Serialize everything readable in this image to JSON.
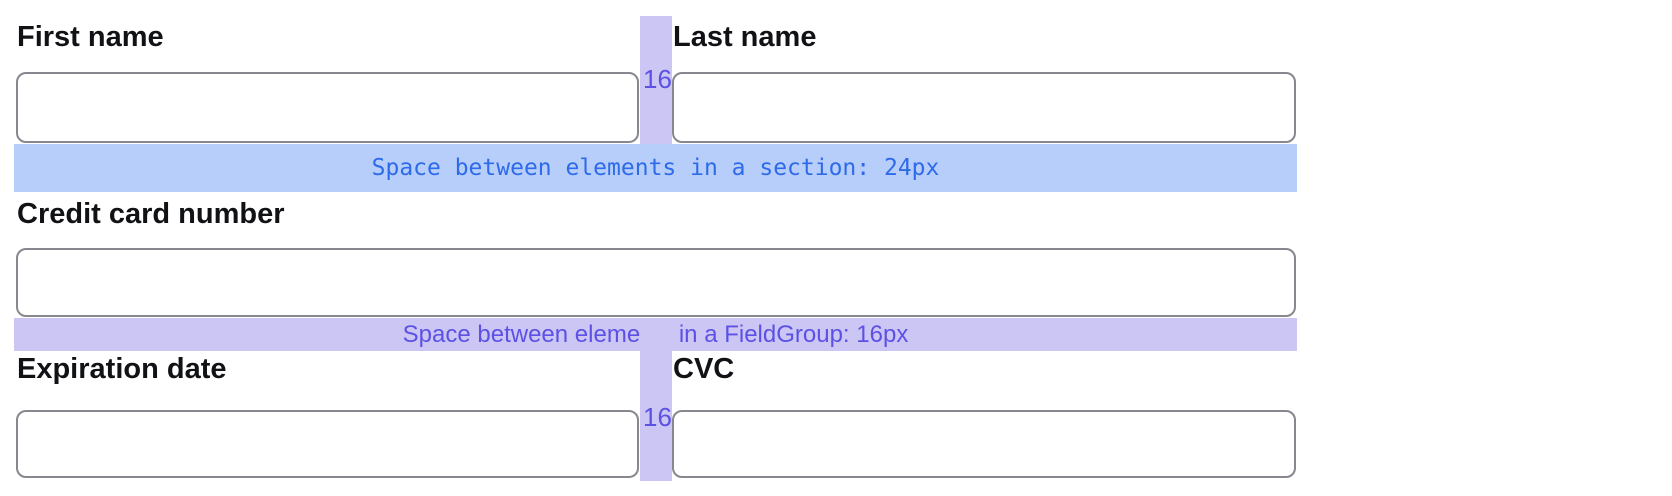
{
  "form": {
    "fields": {
      "first_name": {
        "label": "First name",
        "value": ""
      },
      "last_name": {
        "label": "Last name",
        "value": ""
      },
      "credit_card": {
        "label": "Credit card number",
        "value": ""
      },
      "expiration": {
        "label": "Expiration date",
        "value": ""
      },
      "cvc": {
        "label": "CVC",
        "value": ""
      }
    }
  },
  "annotations": {
    "column_gap_top_label": "16",
    "column_gap_bottom_label": "16",
    "section_spacing_text": "Space between elements in a section: 24px",
    "fieldgroup_spacing_text": "Space between elements in a FieldGroup: 16px"
  },
  "colors": {
    "band_purple": "#ccc6f5",
    "band_blue": "#b7cdfa",
    "text_purple": "#5c51e4",
    "text_blue": "#2e6be8"
  }
}
